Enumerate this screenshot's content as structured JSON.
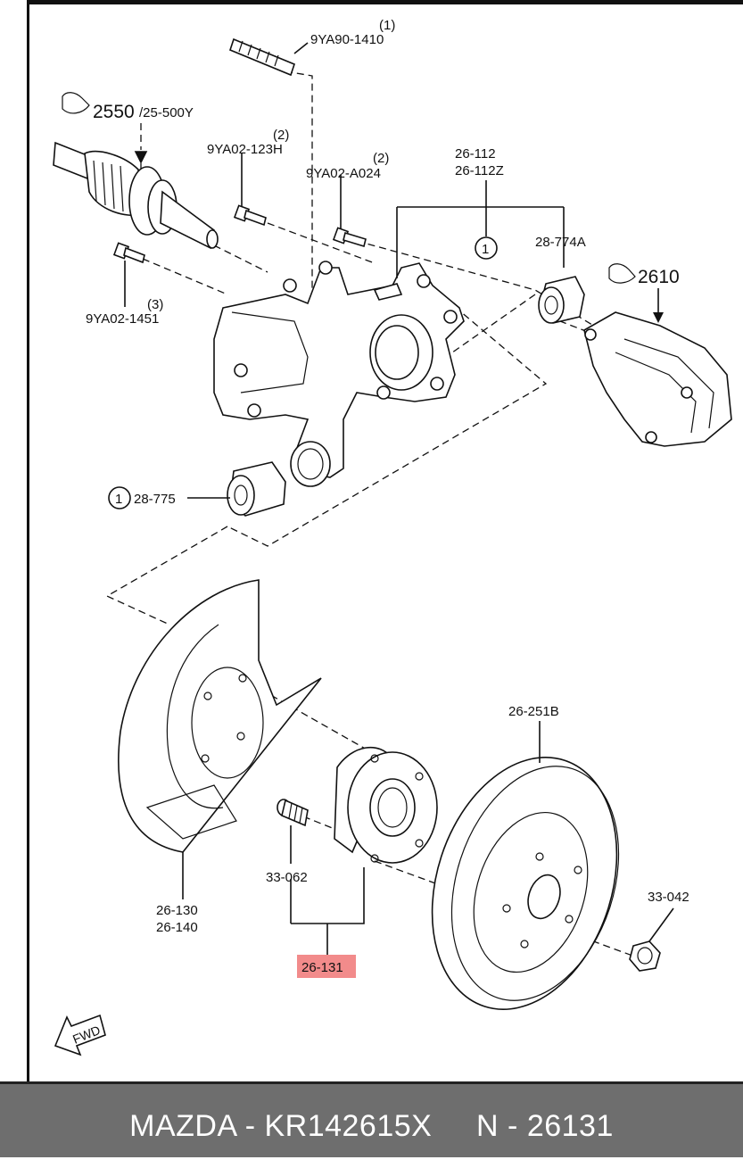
{
  "labels": {
    "bolt_top": "9YA90-1410",
    "bolt_top_qty": "(1)",
    "driveshaft_ref": "2550",
    "driveshaft_ref_sub": "/25-500Y",
    "bolt_a": "9YA02-123H",
    "bolt_a_qty": "(2)",
    "bolt_b": "9YA02-A024",
    "bolt_b_qty": "(2)",
    "knuckle_1": "26-112",
    "knuckle_2": "26-112Z",
    "bushing_upper": "28-774A",
    "caliper_ref": "2610",
    "bolt_c": "9YA02-1451",
    "bolt_c_qty": "(3)",
    "bushing_lower": "28-775",
    "callout_num": "1",
    "disc": "26-251B",
    "stud": "33-062",
    "nut": "33-042",
    "shield_1": "26-130",
    "shield_2": "26-140",
    "hub_highlight": "26-131",
    "fwd": "FWD"
  },
  "colors": {
    "highlight": "#f28b8b",
    "footer_bg": "#6e6e6e",
    "footer_text": "#ffffff"
  },
  "footer": {
    "text": "MAZDA - KR142615X     N - 26131"
  }
}
